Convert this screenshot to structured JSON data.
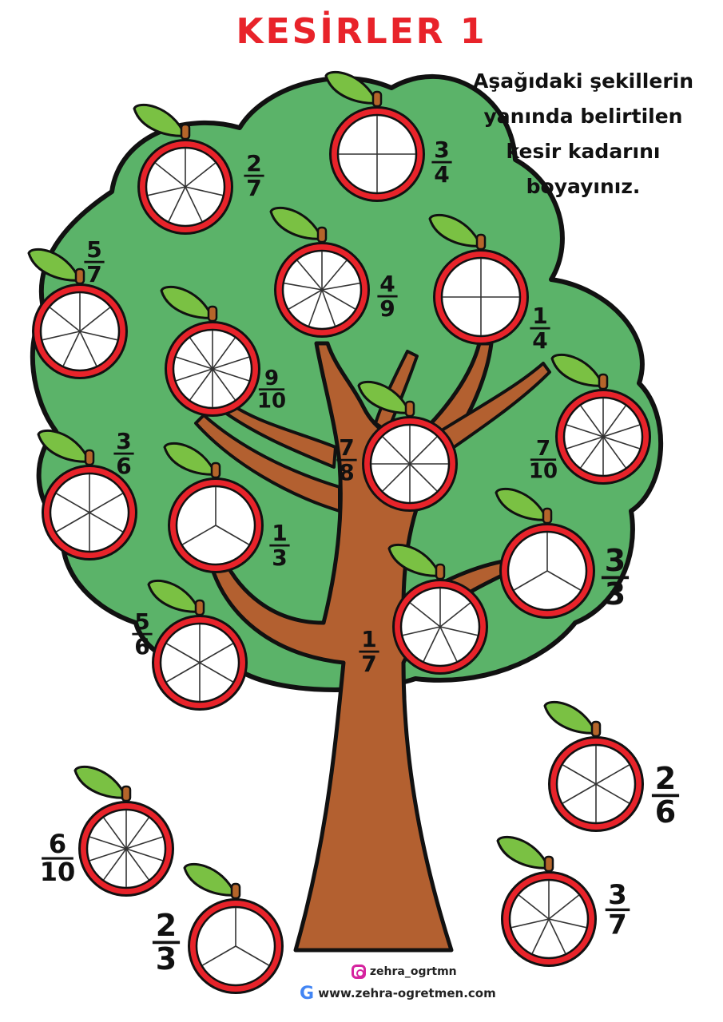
{
  "title": "KESİRLER 1",
  "instruction": [
    "Aşağıdaki şekillerin",
    "yanında belirtilen",
    "kesir kadarını",
    "boyayınız."
  ],
  "footer": {
    "instagram": "zehra_ogrtmn",
    "website": "www.zehra-ogretmen.com"
  },
  "colors": {
    "foliage": "#5bb369",
    "trunk": "#b36030",
    "rim": "#e8232a",
    "leaf": "#7ac143",
    "stem": "#b5652a",
    "title": "#e8232a"
  },
  "fractions": [
    {
      "numerator": "2",
      "denominator": "7",
      "parts": 7
    },
    {
      "numerator": "3",
      "denominator": "4",
      "parts": 4
    },
    {
      "numerator": "5",
      "denominator": "7",
      "parts": 7
    },
    {
      "numerator": "4",
      "denominator": "9",
      "parts": 9
    },
    {
      "numerator": "1",
      "denominator": "4",
      "parts": 4
    },
    {
      "numerator": "9",
      "denominator": "10",
      "parts": 10
    },
    {
      "numerator": "7",
      "denominator": "10",
      "parts": 10
    },
    {
      "numerator": "3",
      "denominator": "6",
      "parts": 6
    },
    {
      "numerator": "7",
      "denominator": "8",
      "parts": 8
    },
    {
      "numerator": "1",
      "denominator": "3",
      "parts": 3
    },
    {
      "numerator": "3",
      "denominator": "3",
      "parts": 3
    },
    {
      "numerator": "5",
      "denominator": "6",
      "parts": 6
    },
    {
      "numerator": "1",
      "denominator": "7",
      "parts": 7
    },
    {
      "numerator": "2",
      "denominator": "6",
      "parts": 6
    },
    {
      "numerator": "6",
      "denominator": "10",
      "parts": 10
    },
    {
      "numerator": "3",
      "denominator": "7",
      "parts": 7
    },
    {
      "numerator": "2",
      "denominator": "3",
      "parts": 3
    }
  ]
}
